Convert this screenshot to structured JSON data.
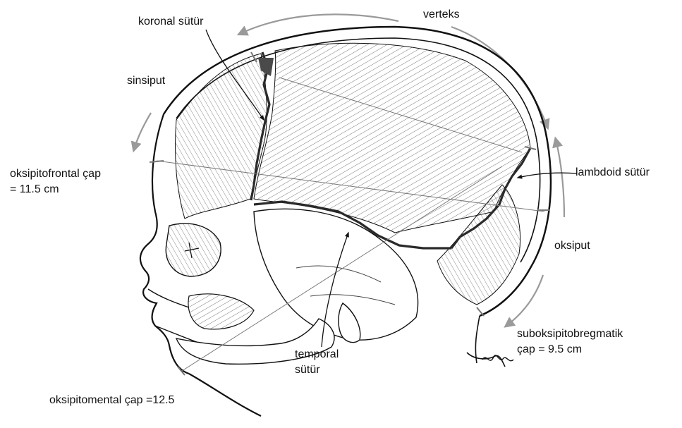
{
  "labels": {
    "koronal_sutur": "koronal sütür",
    "verteks": "verteks",
    "sinsiput": "sinsiput",
    "oksipitofrontal_line1": "oksipitofrontal çap",
    "oksipitofrontal_line2": "= 11.5 cm",
    "lambdoid_sutur": "lambdoid sütür",
    "oksiput": "oksiput",
    "suboksipitobregmatik_line1": "suboksipitobregmatik",
    "suboksipitobregmatik_line2": "çap = 9.5 cm",
    "temporal_line1": "temporal",
    "temporal_line2": "sütür",
    "oksipitomental": "oksipitomental çap =12.5"
  },
  "colors": {
    "ink": "#111111",
    "arrow": "#9a9a9a",
    "fill_dark": "#4a4a4a"
  }
}
